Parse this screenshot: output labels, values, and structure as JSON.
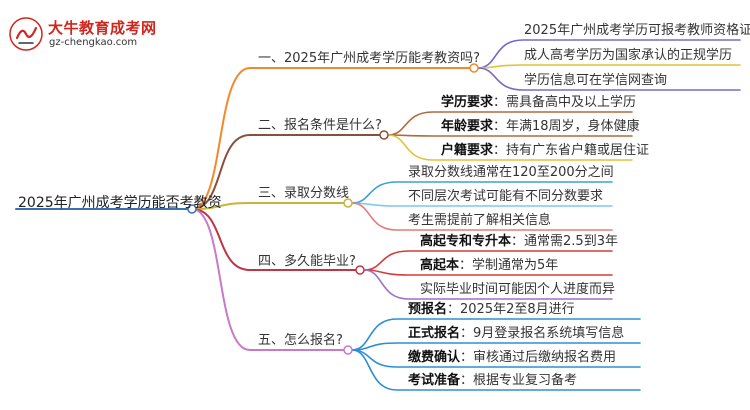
{
  "logo": {
    "title": "大牛教育成考网",
    "url": "gz-chengkao.com"
  },
  "root": "2025年广州成考学历能否考教资",
  "branches": [
    {
      "label": "一、2025年广州成考学历能考教资吗?",
      "color": "#f28a2c",
      "items": [
        {
          "key": "",
          "text": "2025年广州成考学历可报考教师资格证"
        },
        {
          "key": "",
          "text": "成人高考学历为国家承认的正规学历"
        },
        {
          "key": "",
          "text": "学历信息可在学信网查询"
        }
      ]
    },
    {
      "label": "二、报名条件是什么?",
      "color": "#8a4f3c",
      "items": [
        {
          "key": "学历要求",
          "text": "：需具备高中及以上学历"
        },
        {
          "key": "年龄要求",
          "text": "：年满18周岁，身体健康"
        },
        {
          "key": "户籍要求",
          "text": "：持有广东省户籍或居住证"
        }
      ]
    },
    {
      "label": "三、录取分数线",
      "color": "#c7b536",
      "items": [
        {
          "key": "",
          "text": "录取分数线通常在120至200分之间"
        },
        {
          "key": "",
          "text": "不同层次考试可能有不同分数要求"
        },
        {
          "key": "",
          "text": "考生需提前了解相关信息"
        }
      ]
    },
    {
      "label": "四、多久能毕业?",
      "color": "#c03545",
      "items": [
        {
          "key": "高起专和专升本",
          "text": "：通常需2.5到3年"
        },
        {
          "key": "高起本",
          "text": "：学制通常为5年"
        },
        {
          "key": "",
          "text": "实际毕业时间可能因个人进度而异"
        }
      ]
    },
    {
      "label": "五、怎么报名?",
      "color": "#c879c8",
      "items": [
        {
          "key": "预报名",
          "text": "：2025年2至8月进行"
        },
        {
          "key": "正式报名",
          "text": "：9月登录报名系统填写信息"
        },
        {
          "key": "缴费确认",
          "text": "：审核通过后缴纳报名费用"
        },
        {
          "key": "考试准备",
          "text": "：根据专业复习备考"
        }
      ]
    }
  ],
  "colors": {
    "root_line": "#3d6fb4",
    "leaf_l1": "#7b68c8",
    "leaf_l2": "#e0c437",
    "leaf_l3": "#b06a3c",
    "leaf_l4": "#3aa0d9",
    "leaf_l5": "#7ec9ee",
    "leaf_l6": "#e67a7a",
    "leaf_l7": "#2b8fd8",
    "leaf_l8": "#d53b3b",
    "leaf_l9": "#a16ec8"
  }
}
